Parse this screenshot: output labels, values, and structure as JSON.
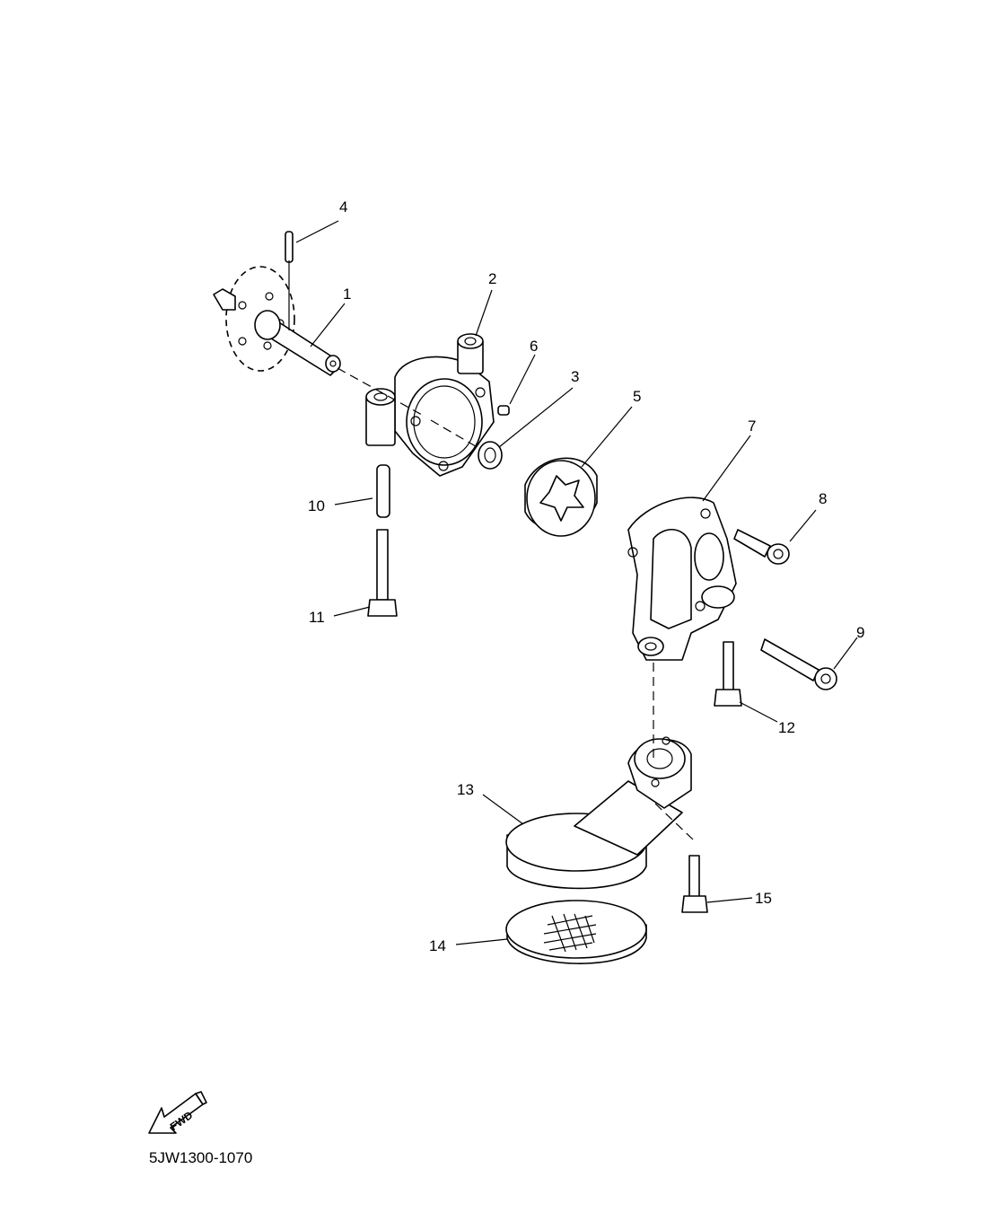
{
  "callouts": [
    "1",
    "2",
    "3",
    "4",
    "5",
    "6",
    "7",
    "8",
    "9",
    "10",
    "11",
    "12",
    "13",
    "14",
    "15"
  ],
  "parts": {
    "p1": "oil-pump-shaft-gear",
    "p2": "pump-housing",
    "p3": "washer",
    "p4": "pin",
    "p5": "pump-rotor",
    "p6": "dowel-pin",
    "p7": "pump-cover",
    "p8": "bolt",
    "p9": "bolt",
    "p10": "pin",
    "p11": "bolt",
    "p12": "bolt",
    "p13": "oil-strainer",
    "p14": "strainer-screen",
    "p15": "bolt"
  },
  "fwd_label": "FWD",
  "diagram_code": "5JW1300-1070"
}
